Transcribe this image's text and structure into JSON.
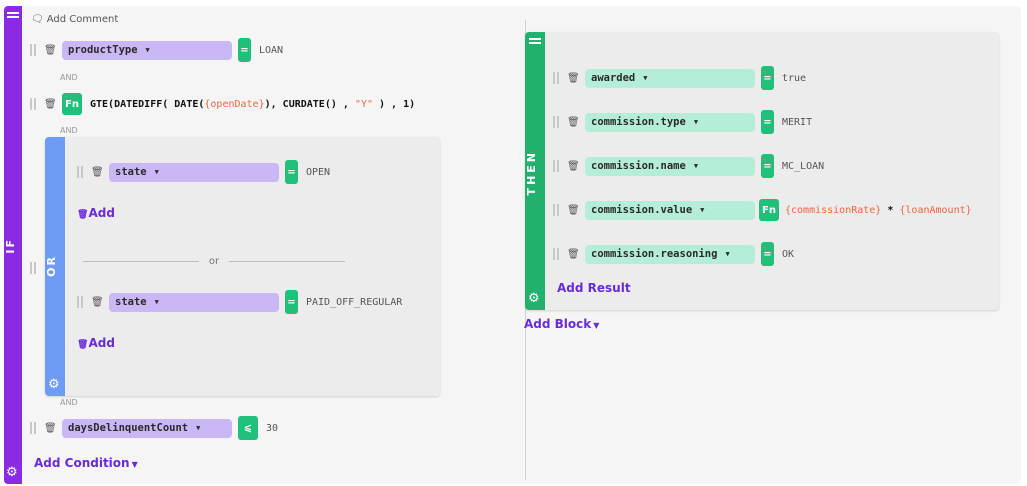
{
  "if_block": {
    "label": "IF",
    "add_comment": "Add Comment",
    "conditions": [
      {
        "field": "productType",
        "operator": "=",
        "value": "LOAN"
      },
      {
        "fn_badge": "Fn",
        "expr_a": "GTE(DATEDIFF( DATE(",
        "var": "{openDate}",
        "expr_b": "), CURDATE() , ",
        "str": "\"Y\"",
        "expr_c": " ) , 1)"
      },
      {
        "field": "daysDelinquentCount",
        "operator": "⩽",
        "value": "30"
      }
    ],
    "and_label": "AND",
    "add_condition": "Add Condition"
  },
  "or_block": {
    "label": "OR",
    "separator": "or",
    "groups": [
      {
        "field": "state",
        "operator": "=",
        "value": "OPEN",
        "add": "Add"
      },
      {
        "field": "state",
        "operator": "=",
        "value": "PAID_OFF_REGULAR",
        "add": "Add"
      }
    ]
  },
  "then_block": {
    "label": "THEN",
    "results": [
      {
        "field": "awarded",
        "operator": "=",
        "value": "true"
      },
      {
        "field": "commission.type",
        "operator": "=",
        "value": "MERIT"
      },
      {
        "field": "commission.name",
        "operator": "=",
        "value": "MC_LOAN"
      },
      {
        "field": "commission.value",
        "fn_badge": "Fn",
        "var1": "{commissionRate}",
        "mul": " * ",
        "var2": "{loanAmount}"
      },
      {
        "field": "commission.reasoning",
        "operator": "=",
        "value": "OK"
      }
    ],
    "add_result": "Add Result",
    "add_block": "Add Block"
  },
  "icons": {
    "menu": "menu-icon",
    "gear": "gear-icon",
    "trash": "trash-icon",
    "grip": "drag-handle-icon",
    "comment": "comment-icon",
    "caret": "caret-down-icon"
  },
  "colors": {
    "if_rail": "#8a2be2",
    "or_rail": "#6e9bf4",
    "then_rail": "#21b06e",
    "operator": "#21c07a",
    "field_pill_if": "#c9b8f5",
    "field_pill_then": "#b4eed6",
    "link": "#6a2bd8",
    "variable": "#f0663c"
  }
}
